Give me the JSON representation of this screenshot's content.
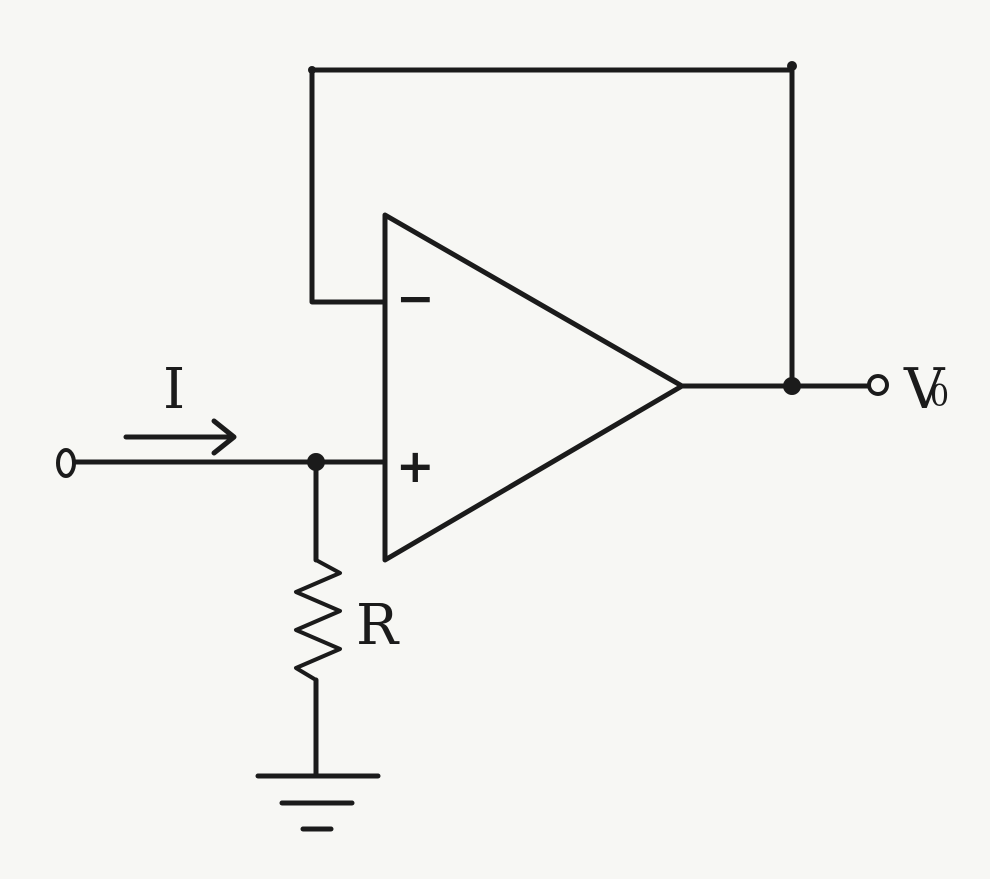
{
  "diagram": {
    "labels": {
      "current": "I",
      "resistor": "R",
      "output_main": "V",
      "output_sub": "0",
      "inverting_sign": "−",
      "noninverting_sign": "+"
    }
  }
}
